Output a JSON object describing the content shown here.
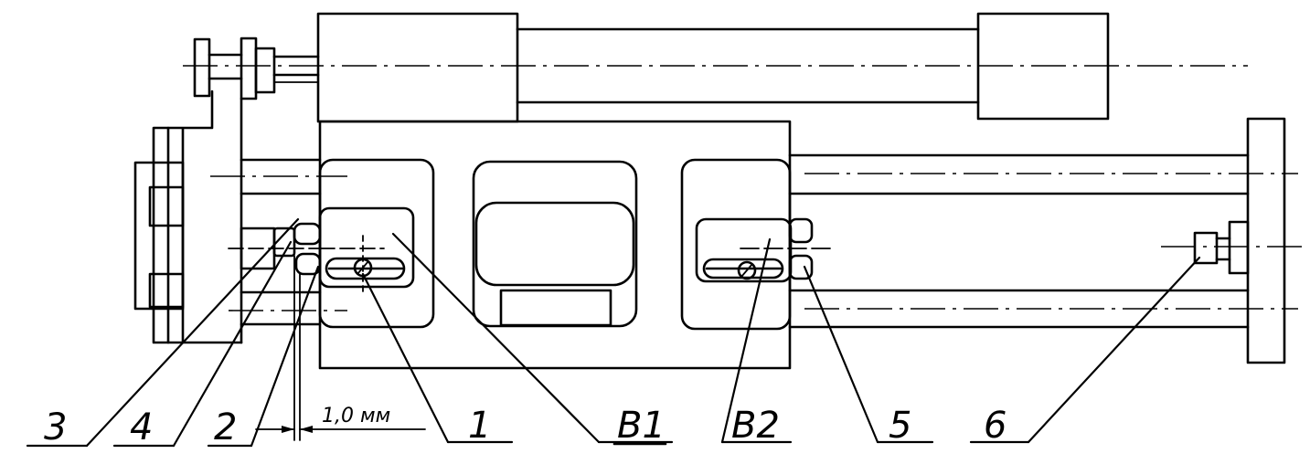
{
  "labels": {
    "l3": "3",
    "l4": "4",
    "l2": "2",
    "l1": "1",
    "lB1": "B1",
    "lB2": "B2",
    "l5": "5",
    "l6": "6"
  },
  "dimension": {
    "gap": "1,0 мм"
  }
}
